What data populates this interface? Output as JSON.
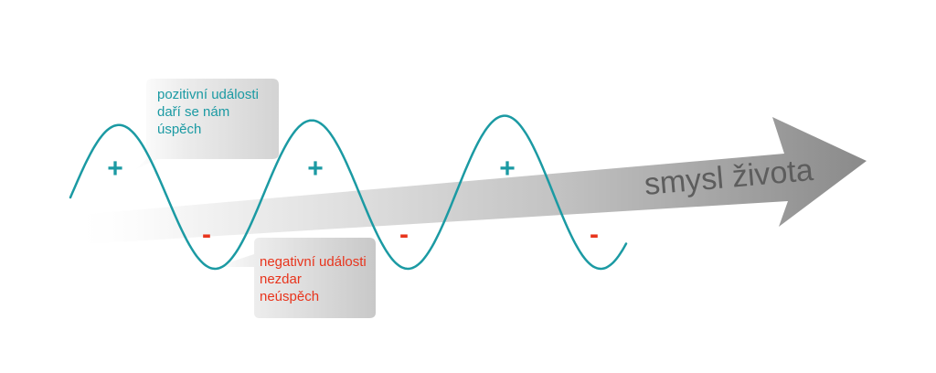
{
  "colors": {
    "wave": "#1b9aa3",
    "positive": "#1b9aa3",
    "negative": "#e8341c",
    "arrow_light": "#ffffff",
    "arrow_dark": "#8e8e8e",
    "arrow_label": "#5d5d5d",
    "bubble_light": "#ffffff",
    "bubble_dark": "#c9c9c9"
  },
  "arrow": {
    "label": "smysl života"
  },
  "positive_bubble": {
    "lines": [
      "pozitivní události",
      "daří se nám",
      "úspěch"
    ]
  },
  "negative_bubble": {
    "lines": [
      "negativní události",
      "nezdar",
      "neúspěch"
    ]
  },
  "signs": {
    "plus": [
      "+",
      "+",
      "+"
    ],
    "minus": [
      "-",
      "-",
      "-"
    ]
  }
}
